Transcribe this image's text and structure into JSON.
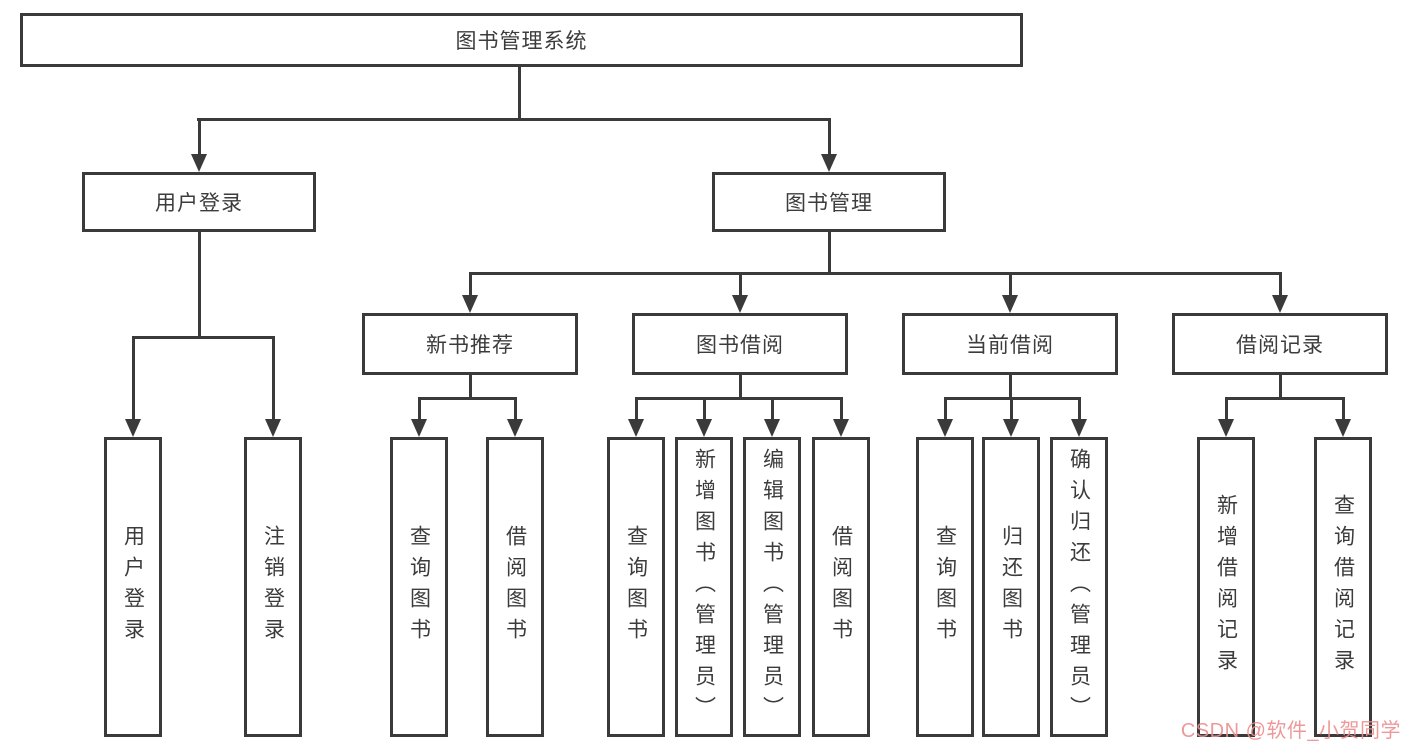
{
  "title": "图书管理系统",
  "level2": {
    "user_login": "用户登录",
    "book_management": "图书管理"
  },
  "level3": {
    "new_books": "新书推荐",
    "book_borrowing": "图书借阅",
    "current_borrowing": "当前借阅",
    "borrowing_records": "借阅记录"
  },
  "leaves": {
    "user_login": "用户登录",
    "logout": "注销登录",
    "nb_query": "查询图书",
    "nb_borrow": "借阅图书",
    "bb_query": "查询图书",
    "bb_add": "新增图书（管理员）",
    "bb_edit": "编辑图书（管理员）",
    "bb_borrow": "借阅图书",
    "cb_query": "查询图书",
    "cb_return": "归还图书",
    "cb_confirm": "确认归还（管理员）",
    "br_add": "新增借阅记录",
    "br_query": "查询借阅记录"
  },
  "watermark": {
    "text": "CSDN @软件_小贺同学",
    "color": "#ec8f8f"
  },
  "colors": {
    "line": "#3a3a3a",
    "text": "#3c3c3c",
    "background": "#ffffff"
  }
}
